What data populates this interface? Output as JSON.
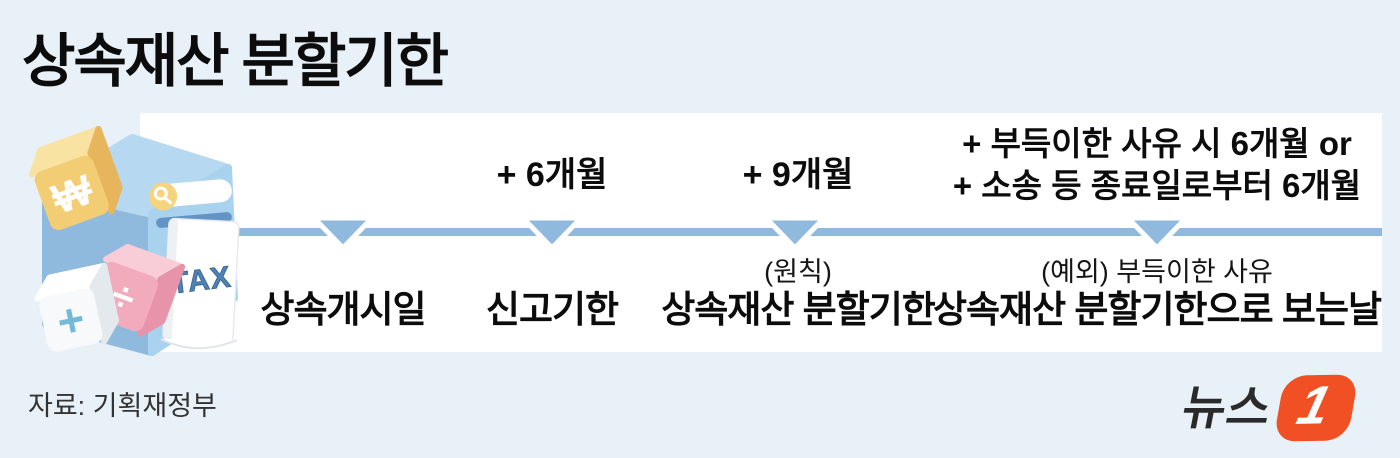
{
  "title": "상속재산 분할기한",
  "source": "자료: 기획재정부",
  "timeline": {
    "points": [
      {
        "label": "상속개시일"
      },
      {
        "above": "+ 6개월",
        "label": "신고기한"
      },
      {
        "above": "+ 9개월",
        "sublabel": "(원칙)",
        "label": "상속재산 분할기한"
      },
      {
        "above_line1": "+ 부득이한 사유 시 6개월 or",
        "above_line2": "+ 소송 등 종료일로부터 6개월",
        "sublabel": "(예외) 부득이한 사유",
        "label": "상속재산 분할기한으로 보는날"
      }
    ]
  },
  "illustration": {
    "tax_label": "TAX",
    "won_symbol": "₩",
    "divide_symbol": "÷",
    "plus_symbol": "+"
  },
  "logo": {
    "name": "뉴스1",
    "text": "뉴스",
    "badge": "1"
  },
  "colors": {
    "background": "#e9f1f8",
    "panel": "#ffffff",
    "timeline_blue": "#8fbade",
    "logo_orange": "#f05023",
    "text_black": "#0c0c0c"
  }
}
